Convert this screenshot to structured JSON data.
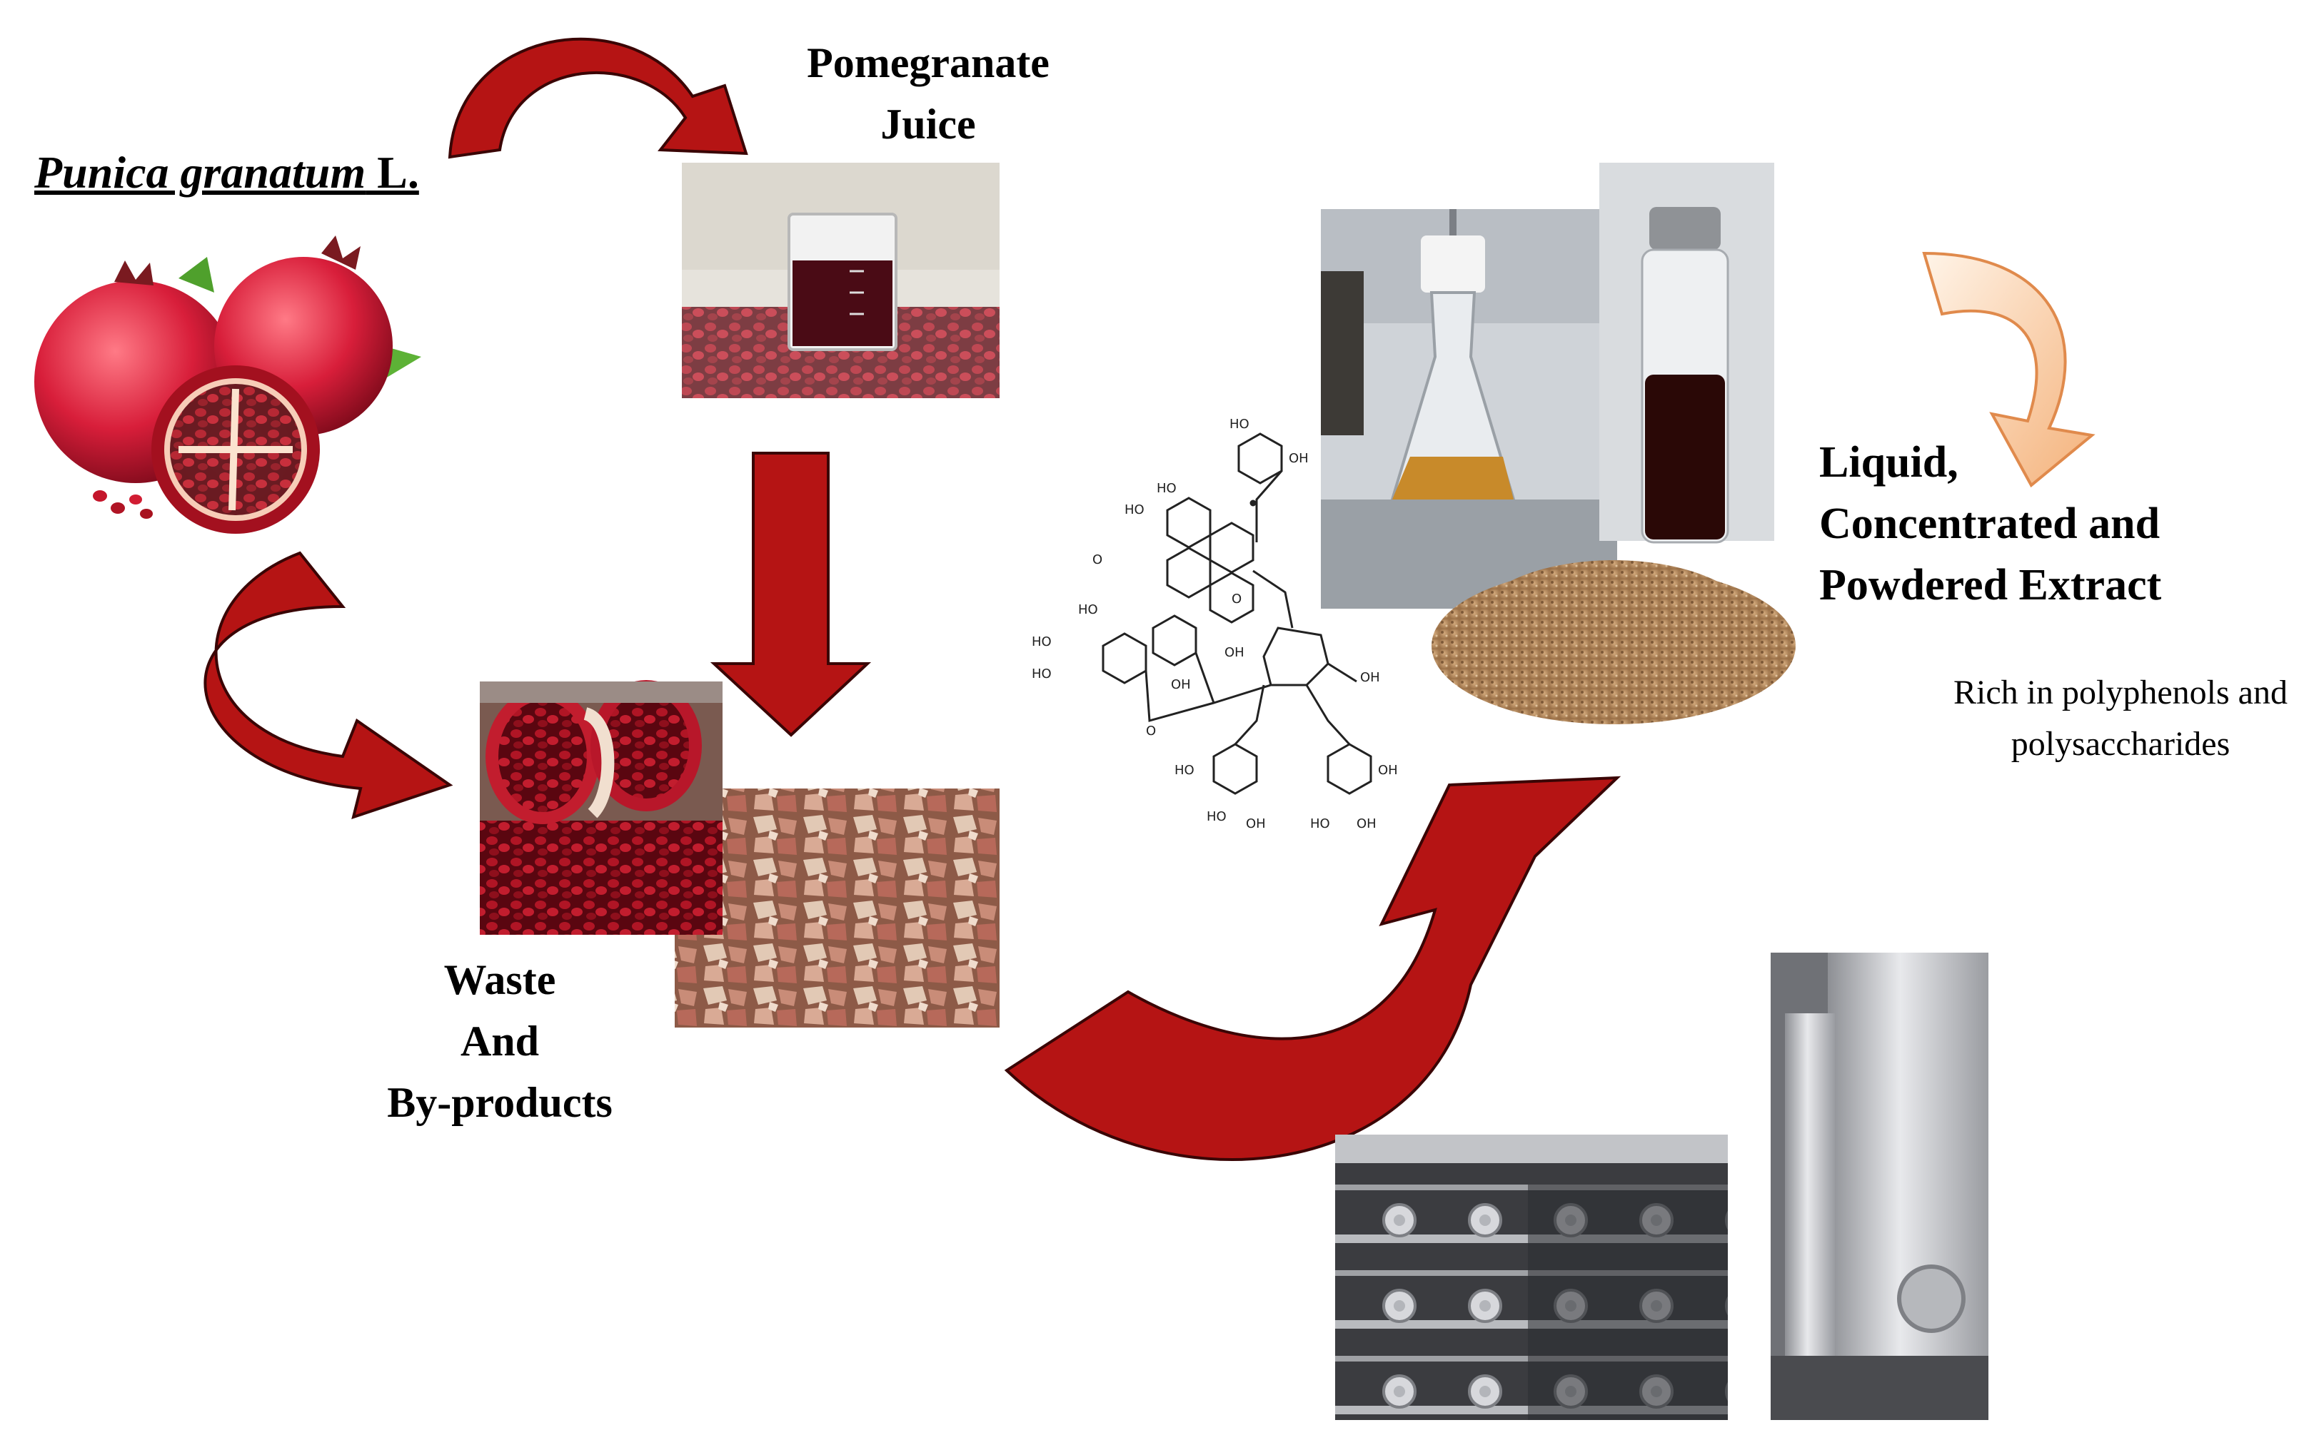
{
  "diagram": {
    "species": {
      "italic": "Punica granatum",
      "suffix": " L."
    },
    "juice_label": {
      "line1": "Pomegranate",
      "line2": "Juice"
    },
    "waste_label": {
      "line1": "Waste",
      "line2": "And",
      "line3": "By-products"
    },
    "extract_label": {
      "line1": "Liquid,",
      "line2": "Concentrated and",
      "line3": "Powdered Extract"
    },
    "extract_note": {
      "line1": "Rich in polyphenols and",
      "line2": "polysaccharides"
    },
    "molecule_labels": {
      "hydroxyl": "HO",
      "hydroxyl_r": "OH",
      "oxygen": "O"
    },
    "colors": {
      "arrow_red": "#b51414",
      "arrow_light": "#f6c79a",
      "juice": "#4a0b15",
      "powder": "#b58a5e"
    }
  }
}
